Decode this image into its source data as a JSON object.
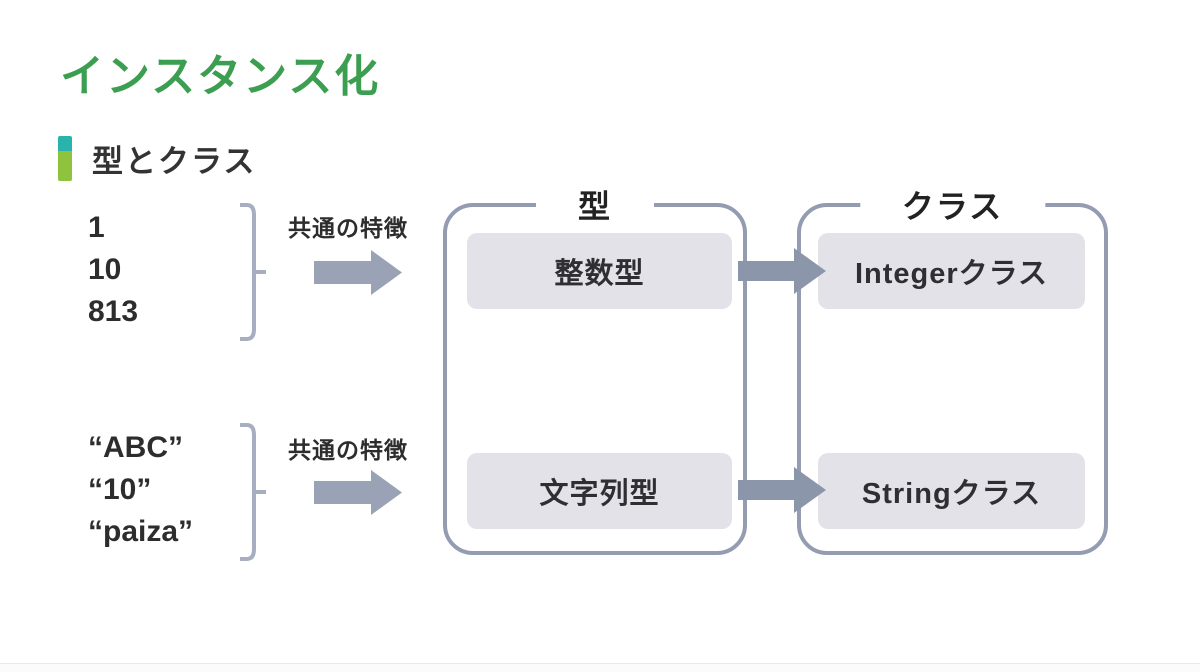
{
  "title": {
    "text": "インスタンス化"
  },
  "section": {
    "label": "型とクラス"
  },
  "groups": [
    {
      "values": [
        "1",
        "10",
        "813"
      ],
      "feature_label": "共通の特徴"
    },
    {
      "values": [
        "“ABC”",
        "“10”",
        "“paiza”"
      ],
      "feature_label": "共通の特徴"
    }
  ],
  "panels": {
    "type": {
      "title": "型",
      "items": [
        "整数型",
        "文字列型"
      ]
    },
    "class": {
      "title": "クラス",
      "items": [
        "Integerクラス",
        "Stringクラス"
      ]
    }
  },
  "colors": {
    "title_green": "#3c9e51",
    "bar_teal": "#2ab3ab",
    "bar_lime": "#8fc33d",
    "panel_border": "#939cb0",
    "box_fill": "#e2e2e8",
    "feature_arrow": "#9aa3b5",
    "connector_arrow": "#8c96aa",
    "brace": "#a7aec1",
    "text_dark": "#2d2d2d"
  }
}
